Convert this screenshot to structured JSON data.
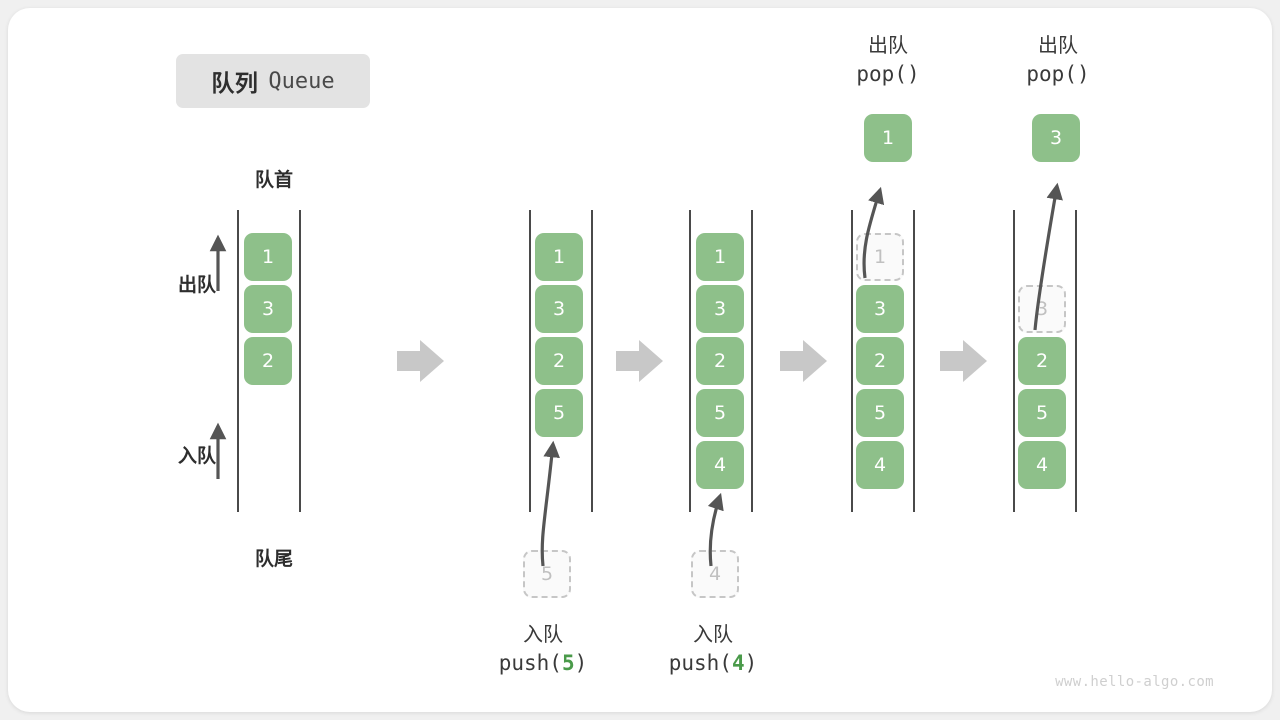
{
  "title": {
    "cn": "队列",
    "en": "Queue"
  },
  "labels": {
    "head": "队首",
    "tail": "队尾",
    "dequeue": "出队",
    "enqueue": "入队"
  },
  "operations": {
    "push5": {
      "cn": "入队",
      "fn_open": "push(",
      "arg": "5",
      "fn_close": ")"
    },
    "push4": {
      "cn": "入队",
      "fn_open": "push(",
      "arg": "4",
      "fn_close": ")"
    },
    "pop1": {
      "cn": "出队",
      "code": "pop()"
    },
    "pop2": {
      "cn": "出队",
      "code": "pop()"
    }
  },
  "colors": {
    "element": "#8ec08a",
    "ghost_border": "#c6c6c6",
    "ghost_text": "#c0c0c0",
    "rail": "#4a4a4a",
    "arrow": "#555555",
    "step_arrow": "#c8c8c8",
    "badge_bg": "#e3e3e3",
    "code_num": "#4a9a4a"
  },
  "panels": [
    {
      "id": "initial",
      "items": [
        "1",
        "3",
        "2"
      ],
      "ghost": null,
      "popped": null
    },
    {
      "id": "after-push-5",
      "items": [
        "1",
        "3",
        "2",
        "5"
      ],
      "ghost": {
        "value": "5",
        "position": "below"
      },
      "popped": null
    },
    {
      "id": "after-push-4",
      "items": [
        "1",
        "3",
        "2",
        "5",
        "4"
      ],
      "ghost": {
        "value": "4",
        "position": "below"
      },
      "popped": null
    },
    {
      "id": "after-pop-1",
      "items": [
        "3",
        "2",
        "5",
        "4"
      ],
      "ghost": {
        "value": "1",
        "position": "slot0"
      },
      "popped": "1"
    },
    {
      "id": "after-pop-3",
      "items": [
        "2",
        "5",
        "4"
      ],
      "ghost": {
        "value": "3",
        "position": "slot1"
      },
      "popped": "3"
    }
  ],
  "watermark": "www.hello-algo.com"
}
